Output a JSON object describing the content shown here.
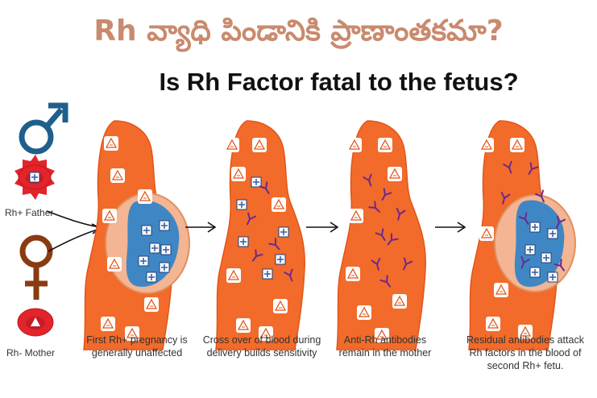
{
  "title_telugu": "Rh వ్యాధి పిండానికి ప్రాణాంతకమా?",
  "title_english": "Is Rh Factor fatal to the fetus?",
  "parents": {
    "father_label": "Rh+ Father",
    "mother_label": "Rh- Mother"
  },
  "stages": [
    {
      "caption_lines": [
        "First Rh+ pregnancy is",
        "generally unaffected"
      ]
    },
    {
      "caption_lines": [
        "Cross over of blood during",
        "delivery builds sensitivity"
      ]
    },
    {
      "caption_lines": [
        "Anti-Rh antibodies",
        "remain in the mother"
      ]
    },
    {
      "caption_lines": [
        "Residual antibodies attack",
        "Rh factors in the blood of",
        "second Rh+ fetu."
      ]
    }
  ],
  "colors": {
    "body": "#f26b2a",
    "body_outline": "#e2551a",
    "blood_cell": "#e3242b",
    "rh_marker": "#3a63a8",
    "antibody": "#6b2a8a",
    "male_symbol": "#1f5f8b",
    "female_symbol": "#8a3b12",
    "fetus": "#3f87c4",
    "womb": "#f3b594"
  }
}
